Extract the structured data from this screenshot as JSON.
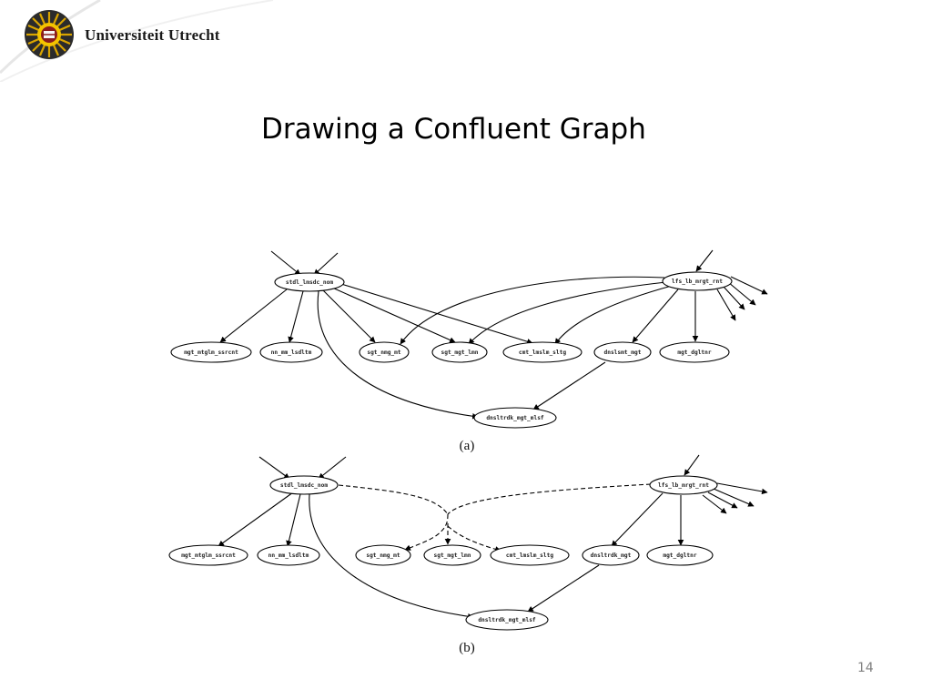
{
  "header": {
    "brand": "Universiteit Utrecht"
  },
  "slide": {
    "title": "Drawing a Confluent Graph",
    "page_number": "14"
  },
  "diagram_a": {
    "caption": "(a)",
    "nodes": {
      "top_left": "stdl_lmsdc_nom",
      "top_right": "lfs_lb_mrgt_rnt",
      "b1": "mgt_mtglm_ssrcnt",
      "b2": "nn_mm_lsdltm",
      "b3": "sgt_nmg_mt",
      "b4": "sgt_mgt_lmn",
      "b5": "cmt_lmslm_sltg",
      "b6": "dnslsmt_mgt",
      "b7": "mgt_dgltnr",
      "bottom": "dnsltrdk_mgt_mlsf"
    }
  },
  "diagram_b": {
    "caption": "(b)",
    "nodes": {
      "top_left": "stdl_lmsdc_nom",
      "top_right": "lfs_lb_mrgt_rnt",
      "b1": "mgt_mtglm_ssrcnt",
      "b2": "nn_mm_lsdltm",
      "b3": "sgt_nmg_mt",
      "b4": "sgt_mgt_lmn",
      "b5": "cmt_lmslm_sltg",
      "b6": "dnsltrdk_mgt",
      "b7": "mgt_dgltnr",
      "bottom": "dnsltrdk_mgt_mlsf"
    }
  },
  "colors": {
    "logo_outer": "#2b2b2b",
    "logo_ray": "#d9a400",
    "logo_center": "#8a1c1c",
    "band": "#e9e9e9",
    "line": "#000000"
  }
}
